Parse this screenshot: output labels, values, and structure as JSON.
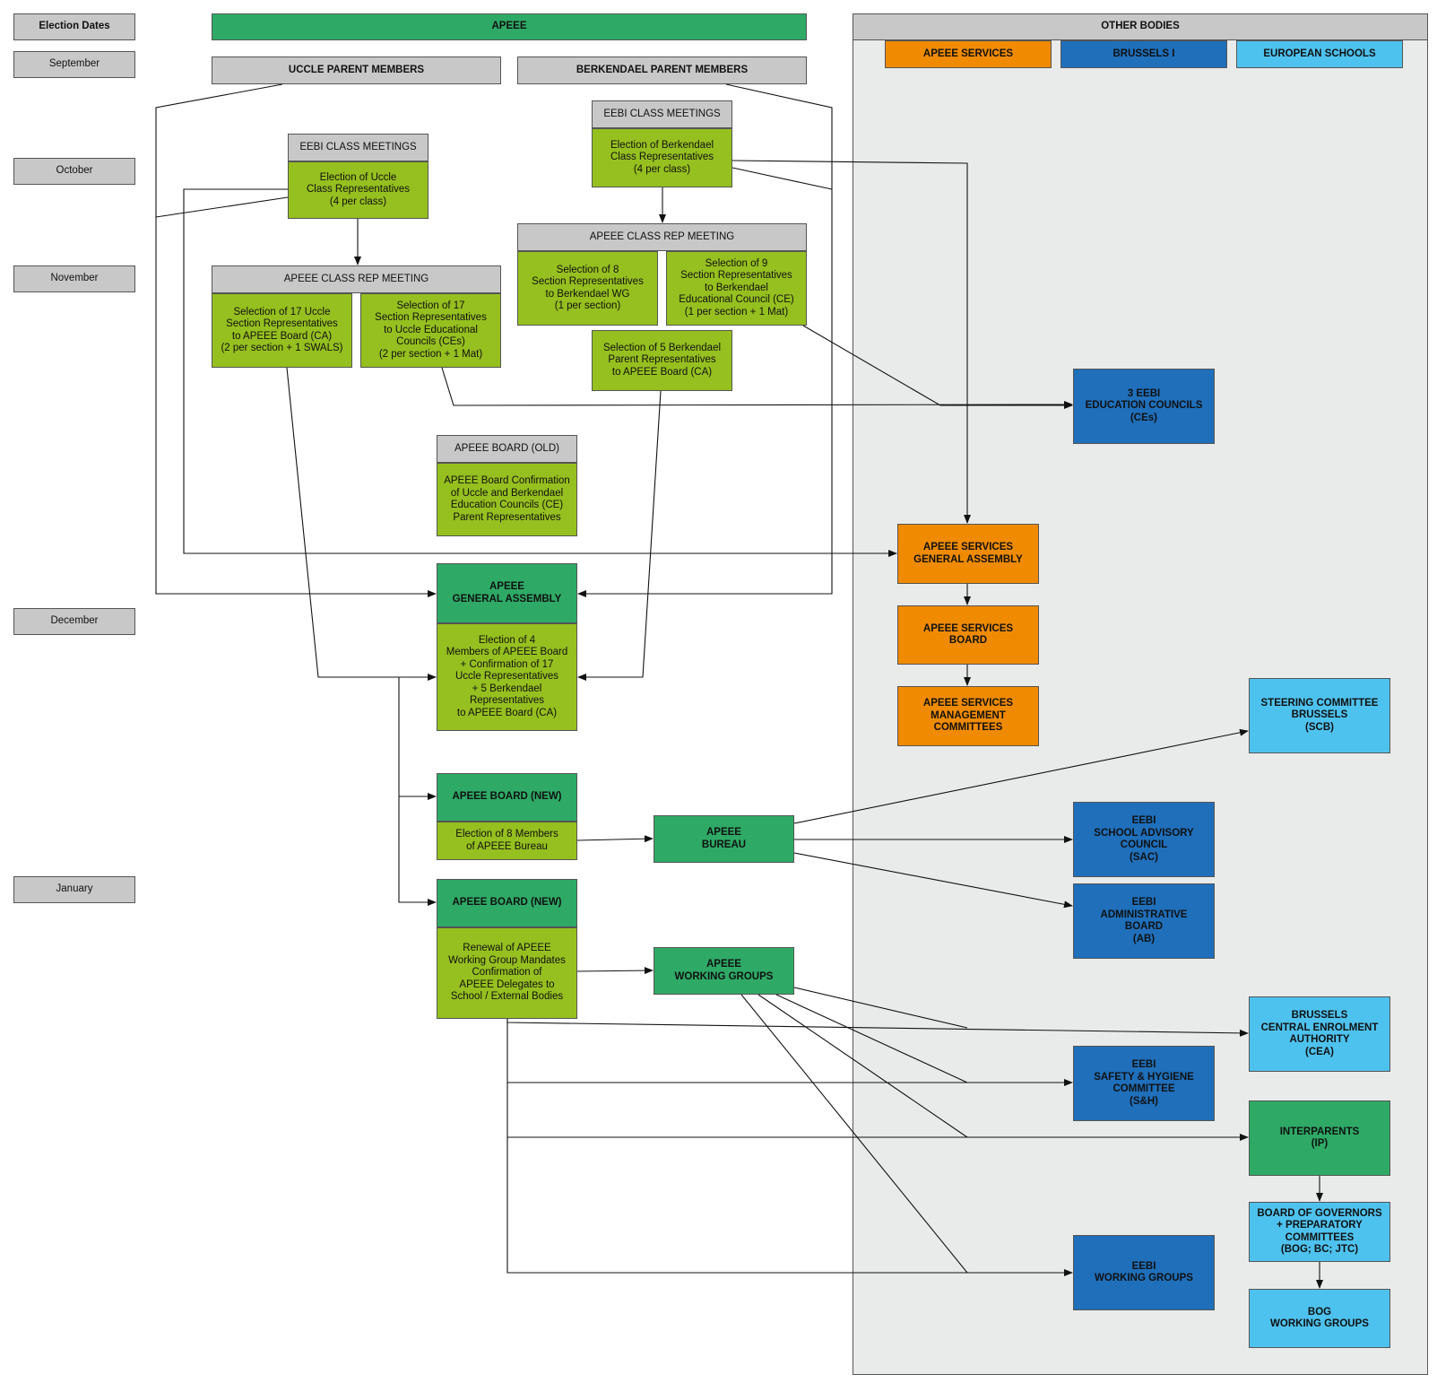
{
  "colors": {
    "gray_header": "#c8c8c8",
    "light_green": "#95c01f",
    "dark_green": "#2eaa66",
    "orange": "#f08a00",
    "dark_blue": "#1f6fbb",
    "light_blue": "#4ec2ef",
    "panel": "#e9ebea"
  },
  "timeline": {
    "title": "Election Dates",
    "september": "September",
    "october": "October",
    "november": "November",
    "december": "December",
    "january": "January"
  },
  "apeee": {
    "title": "APEEE",
    "uccle_parents": "UCCLE PARENT MEMBERS",
    "berkendael_parents": "BERKENDAEL PARENT MEMBERS",
    "uccle_class_meetings": "EEBI CLASS MEETINGS",
    "uccle_class_election": "Election of Uccle\nClass Representatives\n(4 per class)",
    "berk_class_meetings": "EEBI CLASS MEETINGS",
    "berk_class_election": "Election of Berkendael\nClass Representatives\n(4 per class)",
    "uccle_rep_meeting": "APEEE CLASS REP MEETING",
    "uccle_sel_board": "Selection of 17 Uccle\nSection Representatives\nto APEEE Board (CA)\n(2 per section + 1 SWALS)",
    "uccle_sel_ce": "Selection of 17\nSection Representatives\nto Uccle Educational\nCouncils (CEs)\n(2 per section + 1 Mat)",
    "berk_rep_meeting": "APEEE CLASS REP MEETING",
    "berk_sel_wg": "Selection of 8\nSection Representatives\nto Berkendael WG\n(1 per section)",
    "berk_sel_ce": "Selection of 9\nSection Representatives\nto Berkendael\nEducational Council (CE)\n(1 per section + 1 Mat)",
    "berk_sel_board": "Selection of 5 Berkendael\nParent Representatives\nto APEEE Board (CA)",
    "board_old_title": "APEEE BOARD (OLD)",
    "board_old_body": "APEEE Board Confirmation\nof Uccle and Berkendael\nEducation Councils (CE)\nParent Representatives",
    "ga_title": "APEEE\nGENERAL ASSEMBLY",
    "ga_body": "Election of 4\nMembers of APEEE Board\n+ Confirmation of 17\nUccle Representatives\n+ 5 Berkendael\nRepresentatives\nto APEEE Board (CA)",
    "board_new1_title": "APEEE BOARD (NEW)",
    "board_new1_body": "Election of 8 Members\nof APEEE Bureau",
    "bureau": "APEEE\nBUREAU",
    "board_new2_title": "APEEE BOARD (NEW)",
    "board_new2_body": "Renewal of APEEE\nWorking Group Mandates\nConfirmation of\nAPEEE Delegates to\nSchool / External Bodies",
    "working_groups": "APEEE\nWORKING GROUPS"
  },
  "other": {
    "title": "OTHER BODIES",
    "legend_services": "APEEE SERVICES",
    "legend_brussels": "BRUSSELS I",
    "legend_schools": "EUROPEAN SCHOOLS",
    "education_councils": "3 EEBI\nEDUCATION COUNCILS\n(CEs)",
    "services_ga": "APEEE SERVICES\nGENERAL ASSEMBLY",
    "services_board": "APEEE SERVICES\nBOARD",
    "services_mgmt": "APEEE SERVICES\nMANAGEMENT\nCOMMITTEES",
    "scb": "STEERING COMMITTEE\nBRUSSELS\n(SCB)",
    "sac": "EEBI\nSCHOOL ADVISORY\nCOUNCIL\n(SAC)",
    "admin_board": "EEBI\nADMINISTRATIVE\nBOARD\n(AB)",
    "cea": "BRUSSELS\nCENTRAL ENROLMENT\nAUTHORITY\n(CEA)",
    "safety": "EEBI\nSAFETY & HYGIENE\nCOMMITTEE\n(S&H)",
    "interparents": "INTERPARENTS\n(IP)",
    "bog": "BOARD OF GOVERNORS\n+ PREPARATORY\nCOMMITTEES\n(BOG; BC; JTC)",
    "eebi_wg": "EEBI\nWORKING GROUPS",
    "bog_wg": "BOG\nWORKING GROUPS"
  }
}
